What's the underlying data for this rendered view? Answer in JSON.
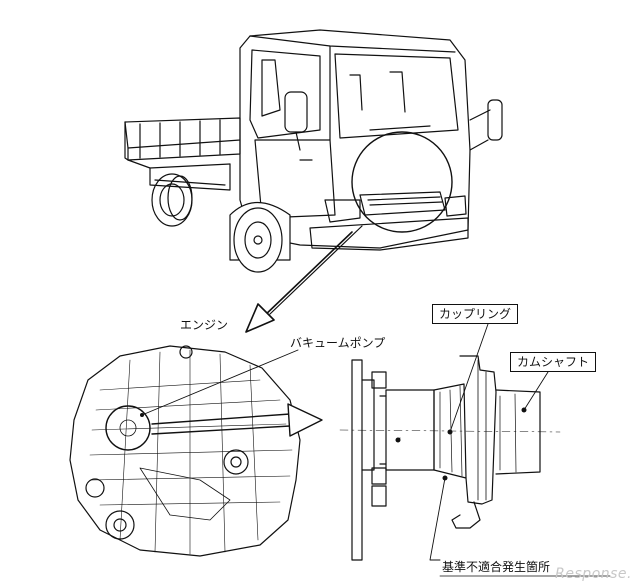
{
  "labels": {
    "engine": "エンジン",
    "vacuum_pump": "バキュームポンプ",
    "coupling": "カップリング",
    "camshaft": "カムシャフト",
    "defect_location": "基準不適合発生箇所"
  },
  "watermark": "Response."
}
